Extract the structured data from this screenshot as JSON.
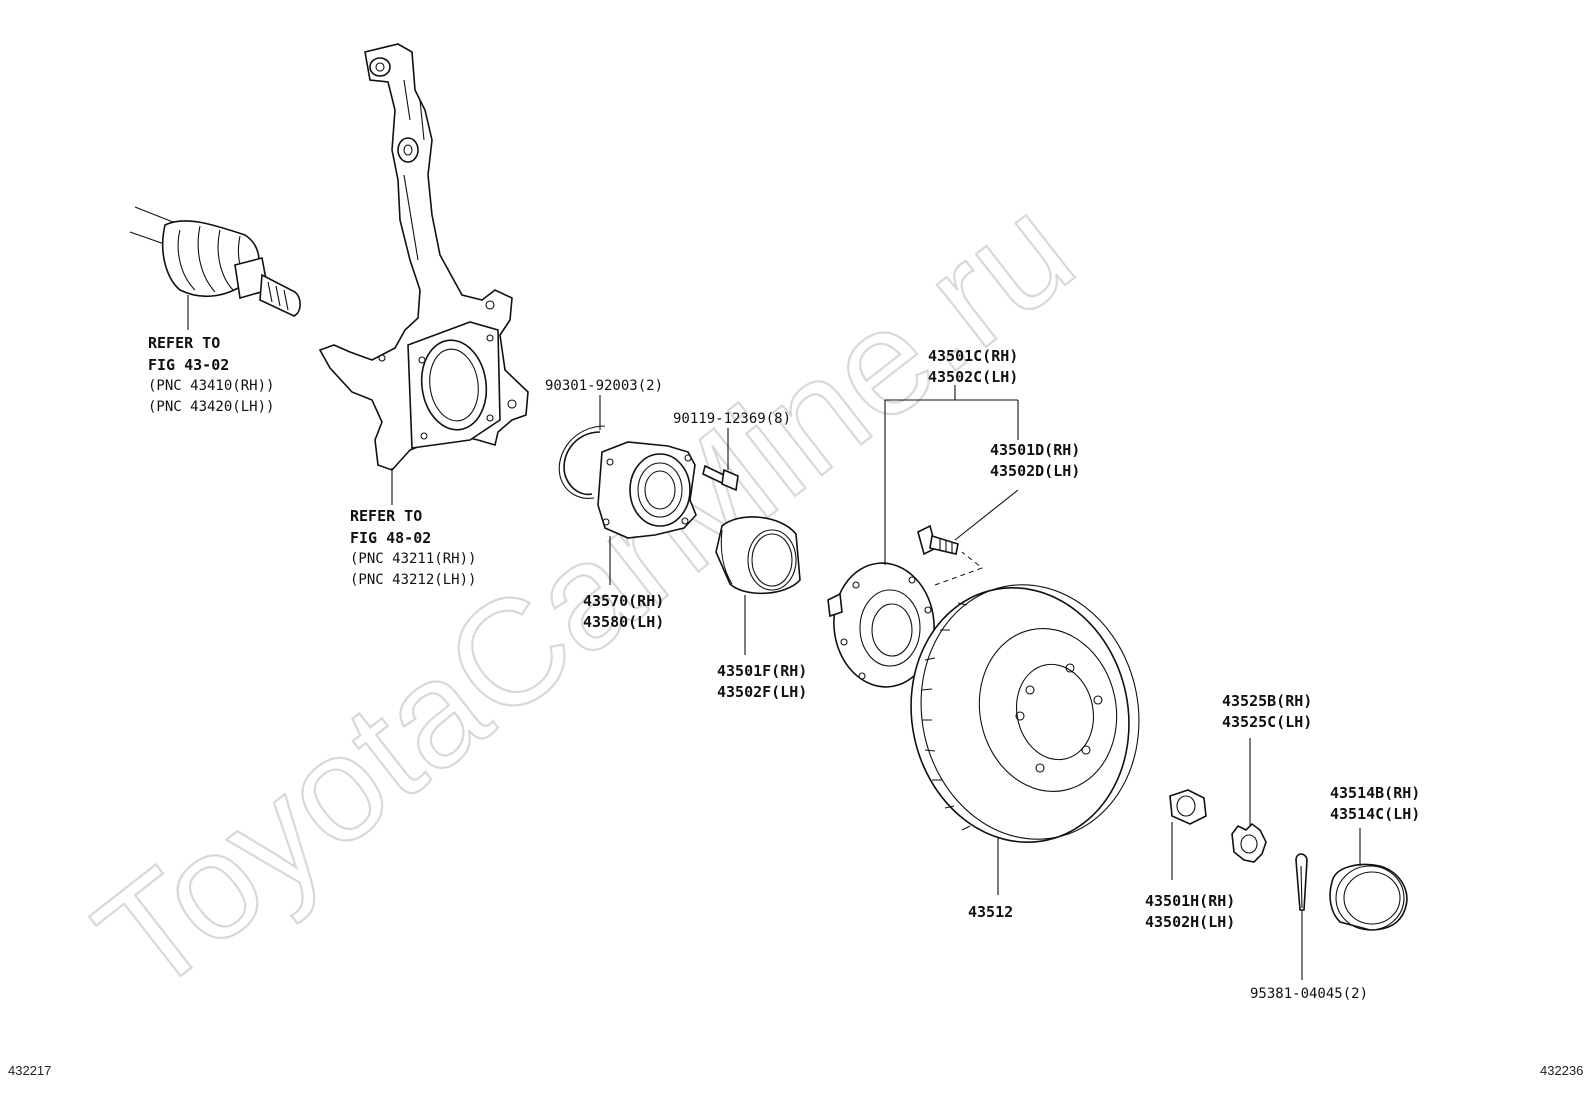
{
  "watermark": "ToyotaCarMine.ru",
  "footer": {
    "left_code": "432217",
    "right_code": "432236"
  },
  "callouts": {
    "driveshaft": [
      "REFER TO",
      "FIG 43-02",
      "(PNC 43410(RH))",
      "(PNC 43420(LH))"
    ],
    "knuckle": [
      "REFER TO",
      "FIG 48-02",
      "(PNC 43211(RH))",
      "(PNC 43212(LH))"
    ],
    "snap_ring": [
      "90301-92003(2)"
    ],
    "bearing_bolt": [
      "90119-12369(8)"
    ],
    "bearing": [
      "43570(RH)",
      "43580(LH)"
    ],
    "seal": [
      "43501F(RH)",
      "43502F(LH)"
    ],
    "hub": [
      "43501C(RH)",
      "43502C(LH)"
    ],
    "hub_bolt": [
      "43501D(RH)",
      "43502D(LH)"
    ],
    "rotor": [
      "43512"
    ],
    "nut": [
      "43501H(RH)",
      "43502H(LH)"
    ],
    "lock_cap": [
      "43525B(RH)",
      "43525C(LH)"
    ],
    "grease_cap": [
      "43514B(RH)",
      "43514C(LH)"
    ],
    "cotter_pin": [
      "95381-04045(2)"
    ]
  }
}
